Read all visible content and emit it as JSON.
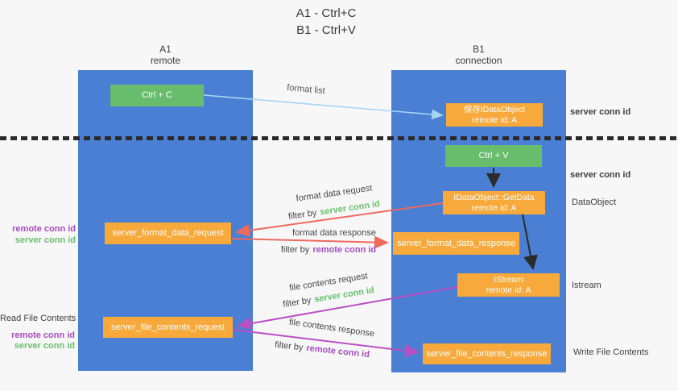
{
  "title": {
    "line1": "A1 - Ctrl+C",
    "line2": "B1 - Ctrl+V"
  },
  "columns": {
    "left": {
      "name": "A1",
      "role": "remote"
    },
    "right": {
      "name": "B1",
      "role": "connection"
    }
  },
  "nodes": {
    "ctrl_c": "Ctrl + C",
    "ctrl_v": "Ctrl + V",
    "save_idataobject_line1": "保存IDataObject",
    "save_idataobject_line2": "remote id: A",
    "getdata_line1": "IDataObject::GetData",
    "getdata_line2": "remote id: A",
    "istream_line1": "IStream",
    "istream_line2": "remote id: A",
    "server_format_data_request": "server_format_data_request",
    "server_format_data_response": "server_format_data_response",
    "server_file_contents_request": "server_file_contents_request",
    "server_file_contents_response": "server_file_contents_response"
  },
  "annotations": {
    "format_list": "format list",
    "format_data_request": "format data request",
    "format_data_response": "format data response",
    "file_contents_request": "file contents request",
    "file_contents_response": "file contents response",
    "filter_by": "filter by",
    "server_conn_id": "server conn id",
    "remote_conn_id": "remote conn id",
    "dataobject": "DataObject",
    "istream": "Istream",
    "read_file_contents": "Read File Contents",
    "write_file_contents": "Write File Contents"
  },
  "colors": {
    "column_blue": "#4a7fd3",
    "node_green": "#68bd6c",
    "node_orange": "#f7a93c",
    "arrow_light_blue": "#a7d5f2",
    "arrow_red": "#ec6a5e",
    "arrow_magenta": "#bb4fc4",
    "arrow_black": "#2b2b2b",
    "server_conn_id_green": "#6abf6e",
    "remote_conn_id_purple": "#a64dbf"
  }
}
